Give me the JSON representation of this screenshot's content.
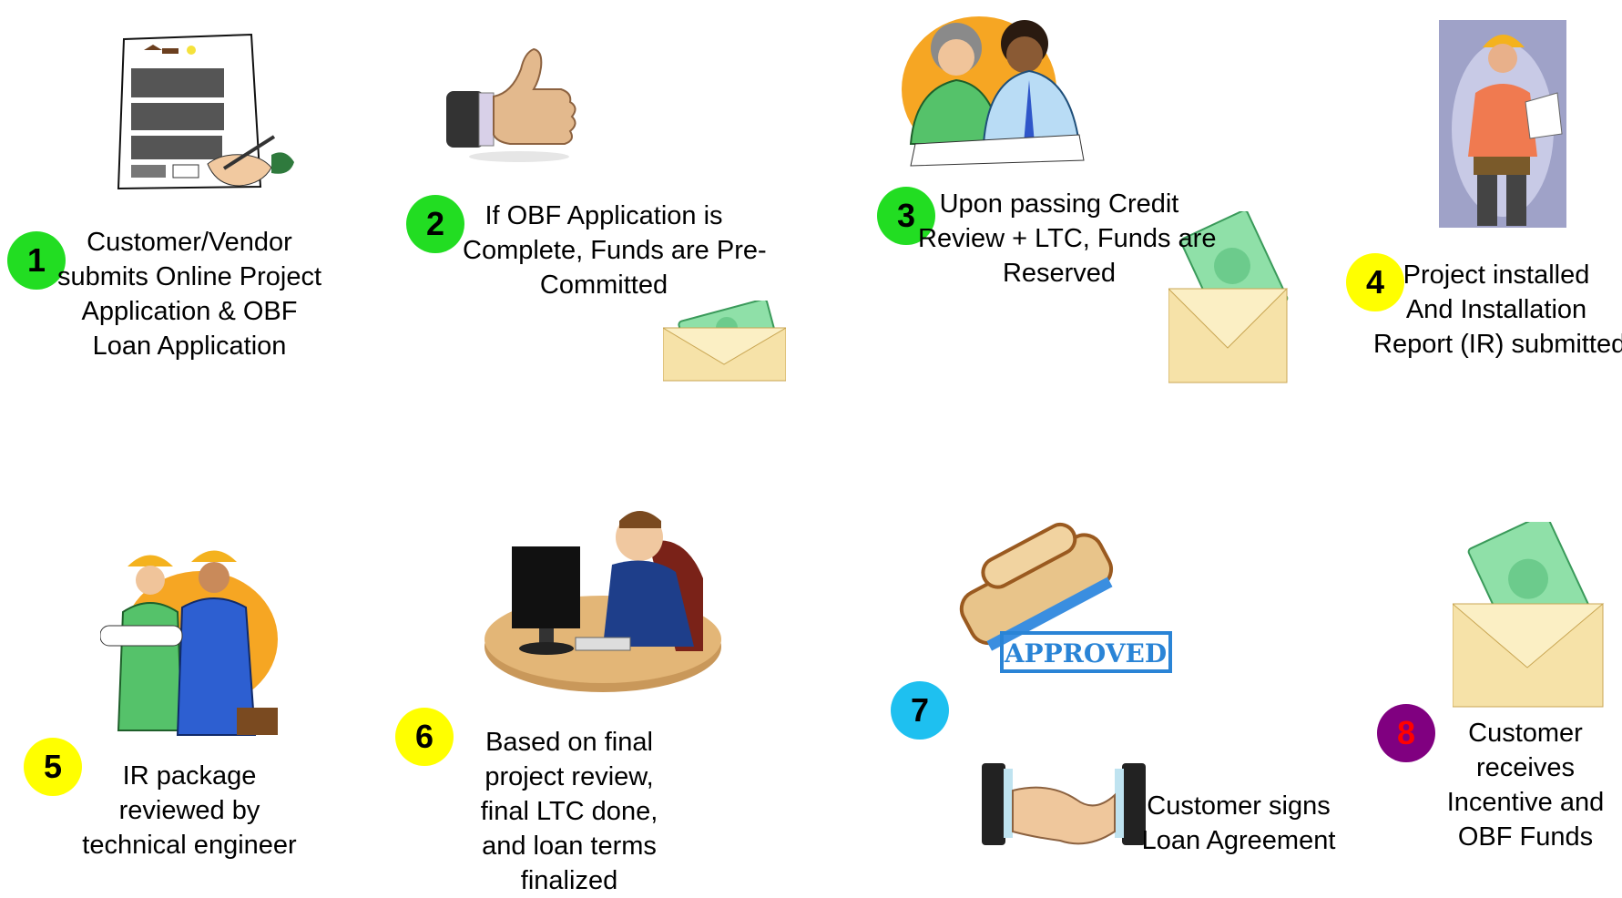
{
  "steps": [
    {
      "number": "1",
      "badge_color": "#22dd22",
      "number_color": "#000000",
      "lines": [
        "Customer/Vendor",
        "submits Online Project",
        "Application & OBF",
        "Loan Application"
      ]
    },
    {
      "number": "2",
      "badge_color": "#22dd22",
      "number_color": "#000000",
      "lines": [
        "If OBF Application is",
        "Complete, Funds are Pre-",
        "Committed"
      ]
    },
    {
      "number": "3",
      "badge_color": "#22dd22",
      "number_color": "#000000",
      "lines": [
        "Upon passing Credit",
        "Review + LTC, Funds are",
        "Reserved"
      ]
    },
    {
      "number": "4",
      "badge_color": "#ffff00",
      "number_color": "#000000",
      "lines": [
        "Project installed",
        "And Installation",
        "Report (IR) submitted"
      ]
    },
    {
      "number": "5",
      "badge_color": "#ffff00",
      "number_color": "#000000",
      "lines": [
        "IR package",
        "reviewed by",
        "technical engineer"
      ]
    },
    {
      "number": "6",
      "badge_color": "#ffff00",
      "number_color": "#000000",
      "lines": [
        "Based on final",
        "project review,",
        "final LTC done,",
        "and loan terms",
        "finalized"
      ]
    },
    {
      "number": "7",
      "badge_color": "#1ec0f0",
      "number_color": "#000000",
      "lines": [
        "Customer signs",
        "Loan Agreement"
      ]
    },
    {
      "number": "8",
      "badge_color": "#800080",
      "number_color": "#ff0000",
      "lines": [
        "Customer",
        "receives",
        "Incentive and",
        "OBF Funds"
      ]
    }
  ],
  "stamp_text": "APPROVED",
  "icons": [
    "signed-document-icon",
    "thumbs-up-icon",
    "money-envelope-icon",
    "meeting-people-icon",
    "construction-worker-icon",
    "engineers-icon",
    "computer-worker-icon",
    "approved-stamp-icon",
    "handshake-icon"
  ]
}
